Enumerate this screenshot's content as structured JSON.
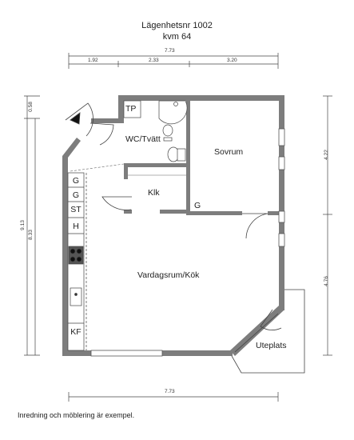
{
  "header": {
    "title": "Lägenhetsnr 1002",
    "area": "kvm 64"
  },
  "dimensions": {
    "top_total": "7.73",
    "top_segments": [
      "1.92",
      "2.33",
      "3.20"
    ],
    "bottom_total": "7.73",
    "left_outer": "9.13",
    "left_inner": "8.33",
    "left_top": "0.58",
    "right_top": "4.22",
    "right_bottom": "4.76"
  },
  "rooms": {
    "tp": "TP",
    "wc": "WC/Tvätt",
    "sovrum": "Sovrum",
    "klk": "Klk",
    "g_bedroom": "G",
    "vardagsrum": "Vardagsrum/Kök",
    "uteplats": "Uteplats"
  },
  "kitchen_units": [
    "G",
    "G",
    "ST",
    "H",
    "KF"
  ],
  "footer": {
    "note": "Inredning och möblering är exempel."
  },
  "colors": {
    "wall": "#7d7d7d",
    "line": "#444444"
  }
}
